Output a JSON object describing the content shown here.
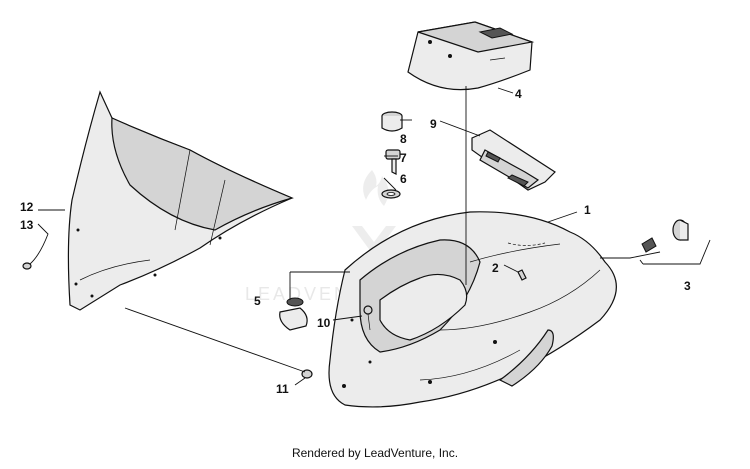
{
  "footer": "Rendered by LeadVenture, Inc.",
  "watermark": "LEADVENTURE",
  "callouts": {
    "c1": "1",
    "c2": "2",
    "c3": "3",
    "c4": "4",
    "c5": "5",
    "c6": "6",
    "c7": "7",
    "c8": "8",
    "c9": "9",
    "c10": "10",
    "c11": "11",
    "c12": "12",
    "c13": "13"
  }
}
